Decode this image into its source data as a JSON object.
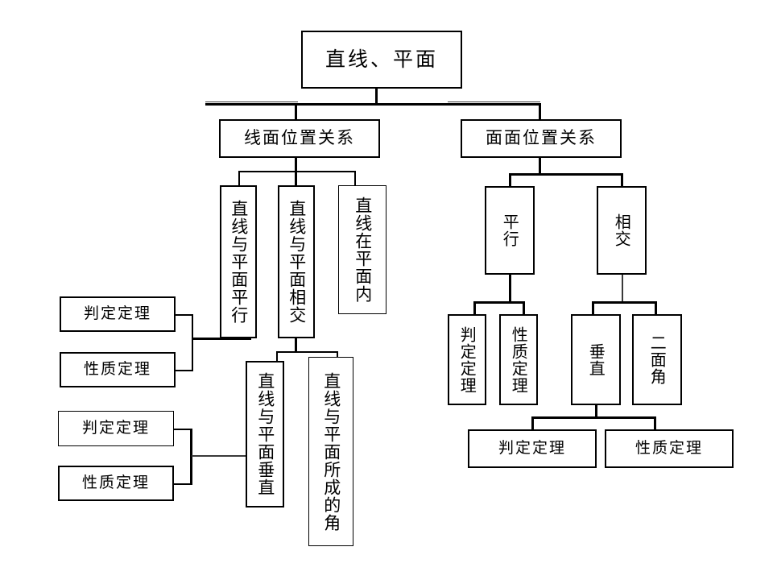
{
  "diagram": {
    "title_text": "直线、平面",
    "root": {
      "label": "直线、平面"
    },
    "level2": [
      {
        "label": "线面位置关系"
      },
      {
        "label": "面面位置关系"
      }
    ],
    "line_plane_relations": [
      {
        "label": "直线与平面平行"
      },
      {
        "label": "直线与平面相交"
      },
      {
        "label": "直线在平面内"
      }
    ],
    "line_plane_sub": [
      {
        "label": "直线与平面垂直"
      },
      {
        "label": "直线与平面所成的角"
      }
    ],
    "left_theorem_groups": [
      {
        "group": "parallel-theorems",
        "items": [
          {
            "label": "判定定理"
          },
          {
            "label": "性质定理"
          }
        ]
      },
      {
        "group": "perpendicular-theorems",
        "items": [
          {
            "label": "判定定理"
          },
          {
            "label": "性质定理"
          }
        ]
      }
    ],
    "plane_plane_relations": [
      {
        "label": "平行"
      },
      {
        "label": "相交"
      }
    ],
    "parallel_theorems": [
      {
        "label": "判定定理"
      },
      {
        "label": "性质定理"
      }
    ],
    "intersect_children": [
      {
        "label": "垂直"
      },
      {
        "label": "二面角"
      }
    ],
    "perpendicular_theorems": [
      {
        "label": "判定定理"
      },
      {
        "label": "性质定理"
      }
    ],
    "colors": {
      "line": "#000000",
      "box_border": "#000000",
      "background": "#ffffff",
      "text": "#000000"
    }
  }
}
